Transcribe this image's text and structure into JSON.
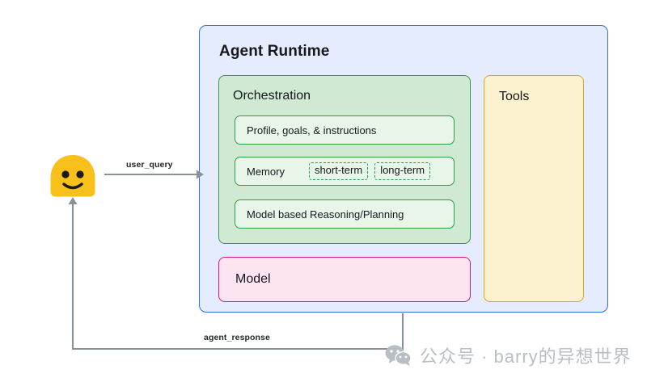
{
  "runtime": {
    "title": "Agent Runtime",
    "border_color": "#2c6fe0",
    "fill_color": "#e4ecfd"
  },
  "orchestration": {
    "title": "Orchestration",
    "border_color": "#2f9e44",
    "fill_color": "#cfe9d2",
    "rows": [
      {
        "label": "Profile, goals, & instructions",
        "chips": []
      },
      {
        "label": "Memory",
        "chips": [
          "short-term",
          "long-term"
        ]
      },
      {
        "label": "Model based Reasoning/Planning",
        "chips": []
      }
    ]
  },
  "model": {
    "label": "Model",
    "border_color": "#d6177f",
    "fill_color": "#fce4f0"
  },
  "tools": {
    "label": "Tools",
    "border_color": "#e8a317",
    "fill_color": "#fdf2cf"
  },
  "user": {
    "icon": "smiley-face-avatar",
    "face_color": "#f8c01b"
  },
  "flows": [
    {
      "id": "user-query",
      "label": "user_query",
      "direction": "user-to-runtime",
      "color": "#8a9099"
    },
    {
      "id": "agent-response",
      "label": "agent_response",
      "direction": "runtime-to-user",
      "color": "#8a9099"
    }
  ],
  "watermark": {
    "icon": "wechat-logo",
    "text": "公众号 · barry的异想世界",
    "color": "#b9bec4"
  }
}
